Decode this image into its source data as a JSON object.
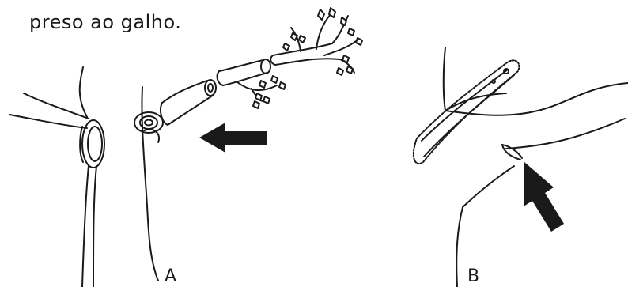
{
  "caption": "preso ao galho.",
  "figure": {
    "panel_a_label": "A",
    "panel_b_label": "B",
    "icons": [
      "arrow-left-icon",
      "arrow-up-icon",
      "chainsaw-bar-icon",
      "branch-leaves-icon"
    ]
  }
}
